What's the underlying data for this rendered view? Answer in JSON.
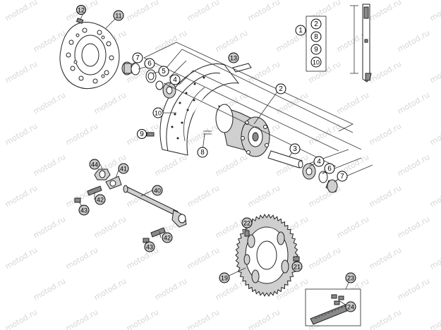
{
  "watermark": "motod.ru",
  "callouts": [
    {
      "id": "c12",
      "text": "12",
      "gray": true
    },
    {
      "id": "c11",
      "text": "11",
      "gray": true
    },
    {
      "id": "c7a",
      "text": "7",
      "gray": false
    },
    {
      "id": "c6a",
      "text": "6",
      "gray": false
    },
    {
      "id": "c5",
      "text": "5",
      "gray": false
    },
    {
      "id": "c4a",
      "text": "4",
      "gray": false
    },
    {
      "id": "c13",
      "text": "13",
      "gray": true
    },
    {
      "id": "c2",
      "text": "2",
      "gray": false
    },
    {
      "id": "c10",
      "text": "10",
      "gray": false
    },
    {
      "id": "c9",
      "text": "9",
      "gray": false
    },
    {
      "id": "c8",
      "text": "8",
      "gray": false
    },
    {
      "id": "c3",
      "text": "3",
      "gray": false
    },
    {
      "id": "c4b",
      "text": "4",
      "gray": false
    },
    {
      "id": "c6b",
      "text": "6",
      "gray": false
    },
    {
      "id": "c7b",
      "text": "7",
      "gray": false
    },
    {
      "id": "c44",
      "text": "44",
      "gray": true
    },
    {
      "id": "c41",
      "text": "41",
      "gray": true
    },
    {
      "id": "c40",
      "text": "40",
      "gray": true
    },
    {
      "id": "c42a",
      "text": "42",
      "gray": true
    },
    {
      "id": "c43a",
      "text": "43",
      "gray": true
    },
    {
      "id": "c42b",
      "text": "42",
      "gray": true
    },
    {
      "id": "c43b",
      "text": "43",
      "gray": true
    },
    {
      "id": "c22",
      "text": "22",
      "gray": true
    },
    {
      "id": "c19",
      "text": "19",
      "gray": true
    },
    {
      "id": "c21",
      "text": "21",
      "gray": true
    },
    {
      "id": "c23",
      "text": "23",
      "gray": true
    },
    {
      "id": "c24",
      "text": "24",
      "gray": true
    },
    {
      "id": "c1",
      "text": "1",
      "gray": false
    }
  ],
  "kit_box": [
    "2",
    "8",
    "9",
    "10"
  ]
}
